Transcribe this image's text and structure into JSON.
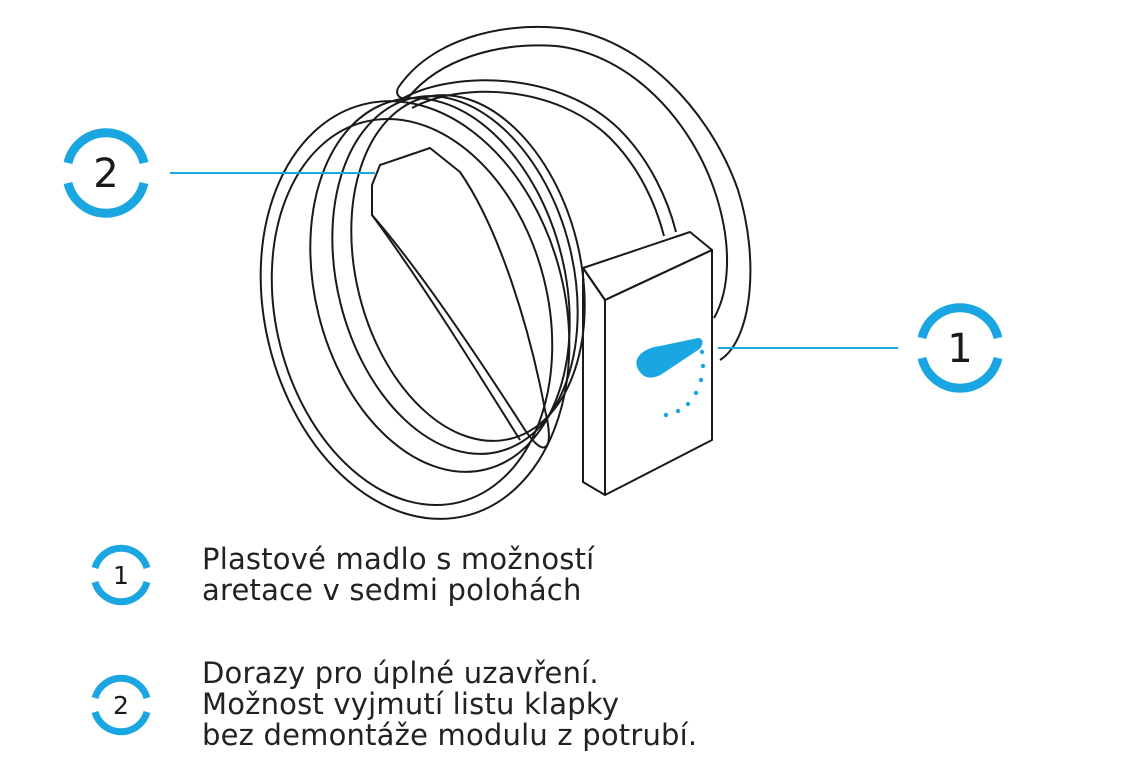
{
  "colors": {
    "accent": "#1aa6e0",
    "line": "#1a1a1a",
    "text": "#222222"
  },
  "callouts": [
    {
      "number": "1"
    },
    {
      "number": "2"
    }
  ],
  "legend": [
    {
      "number": "1",
      "lines": [
        "Plastové madlo s možností",
        "aretace v sedmi polohách"
      ]
    },
    {
      "number": "2",
      "lines": [
        "Dorazy pro úplné uzavření.",
        "Možnost vyjmutí listu klapky",
        "bez demontáže modulu z potrubí."
      ]
    }
  ]
}
